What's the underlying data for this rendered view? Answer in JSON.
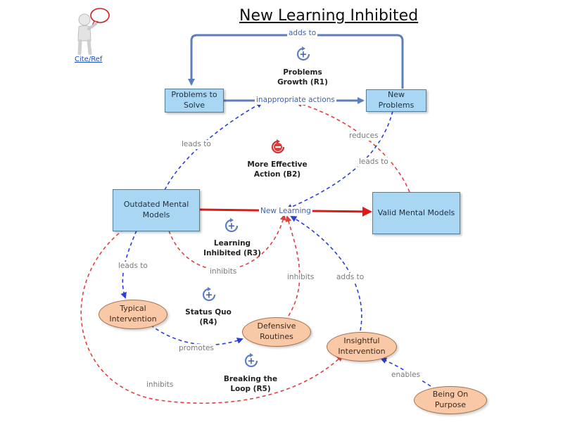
{
  "title": "New Learning Inhibited",
  "cite_link": "Cite/Ref",
  "nodes": {
    "problems_to_solve": [
      "Problems to",
      "Solve"
    ],
    "new_problems": [
      "New Problems"
    ],
    "outdated_mental_models": [
      "Outdated Mental",
      "Models"
    ],
    "valid_mental_models": [
      "Valid Mental Models"
    ],
    "typical_intervention": [
      "Typical",
      "Intervention"
    ],
    "defensive_routines": [
      "Defensive",
      "Routines"
    ],
    "insightful_intervention": [
      "Insightful",
      "Intervention"
    ],
    "being_on_purpose": [
      "Being On Purpose"
    ]
  },
  "flow_label": "New Learning",
  "links": {
    "adds_to_top": "adds to",
    "inappropriate_actions": "inappropriate actions",
    "reduces": "reduces",
    "leads_to_upper_left": "leads to",
    "leads_to_upper_right": "leads to",
    "leads_to_lower": "leads to",
    "inhibits_r3": "inhibits",
    "inhibits_defensive": "inhibits",
    "adds_to_insightful": "adds to",
    "promotes": "promotes",
    "inhibits_bottom": "inhibits",
    "enables": "enables"
  },
  "loops": {
    "r1": {
      "line1": "Problems",
      "line2": "Growth (R1)",
      "polarity": "+"
    },
    "b2": {
      "line1": "More Effective",
      "line2": "Action (B2)",
      "polarity": "-"
    },
    "r3": {
      "line1": "Learning",
      "line2": "Inhibited (R3)",
      "polarity": "+"
    },
    "r4": {
      "line1": "Status Quo",
      "line2": "(R4)",
      "polarity": "+"
    },
    "r5": {
      "line1": "Breaking the",
      "line2": "Loop (R5)",
      "polarity": "+"
    }
  },
  "colors": {
    "box_fill": "#a9d7f3",
    "oval_fill": "#f9c8a6",
    "solid_blue": "#5b7ec0",
    "dashed_blue": "#2b3fd6",
    "dashed_red": "#e0413f",
    "solid_red": "#e01818"
  }
}
